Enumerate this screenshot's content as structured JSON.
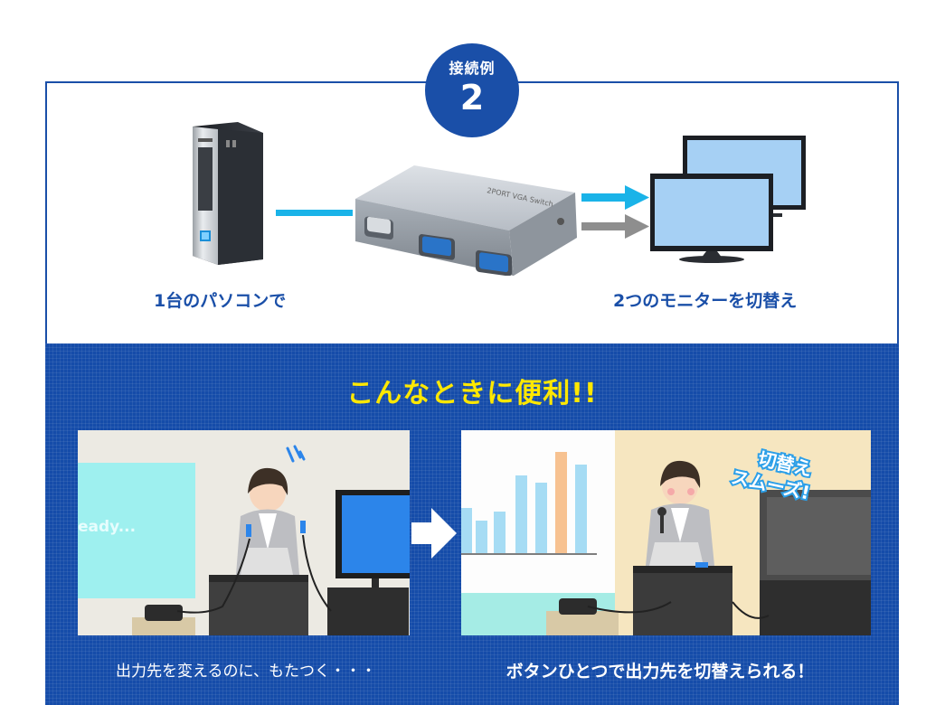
{
  "badge": {
    "label": "接続例",
    "number": "2"
  },
  "top": {
    "pc_label": "1台のパソコンで",
    "monitor_label": "2つのモニターを切替え",
    "switch_text": "2PORT VGA Switch"
  },
  "bottom": {
    "headline": "こんなときに便利!!",
    "left_scene": {
      "screen_text": "eady...",
      "caption": "出力先を変えるのに、もたつく・・・"
    },
    "right_scene": {
      "speech": [
        "切替え",
        "スムーズ!"
      ],
      "caption": "ボタンひとつで出力先を切替えられる！"
    }
  },
  "colors": {
    "brand_blue": "#1a4fa8",
    "cable_cyan": "#1ab3e8",
    "headline_yellow": "#ffe800"
  }
}
